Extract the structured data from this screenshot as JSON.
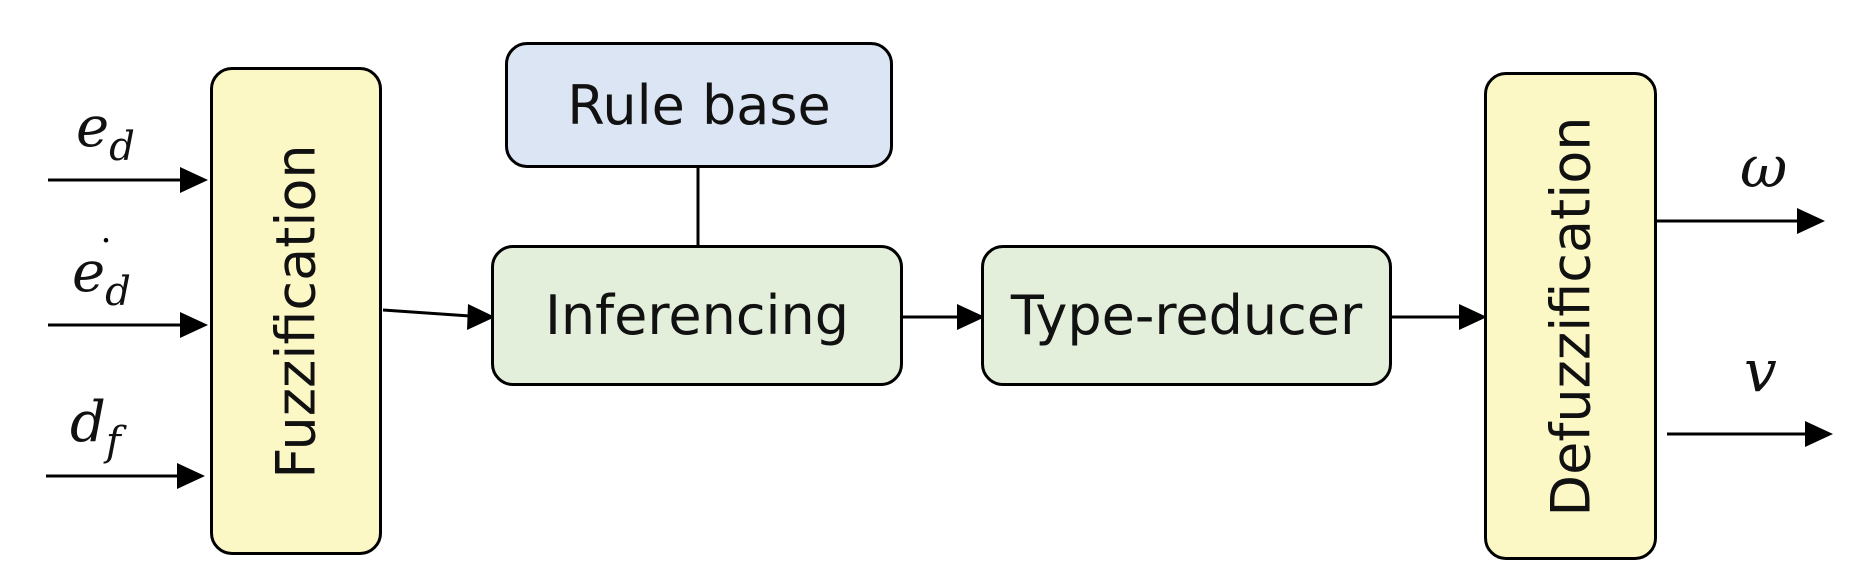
{
  "blocks": {
    "fuzzification": "Fuzzification",
    "rule_base": "Rule base",
    "inferencing": "Inferencing",
    "type_reducer": "Type-reducer",
    "defuzzification": "Defuzzification"
  },
  "inputs": {
    "ed": {
      "base": "e",
      "sub": "d"
    },
    "ed_dot": {
      "base": "e",
      "sub": "d",
      "accent": "˙"
    },
    "df": {
      "base": "d",
      "sub": "f"
    }
  },
  "outputs": {
    "omega": "ω",
    "v": "v"
  },
  "colors": {
    "fuzzifier_fill": "#fcf8c6",
    "inference_fill": "#e3efda",
    "rule_base_fill": "#dce5f3",
    "stroke": "#000000"
  }
}
